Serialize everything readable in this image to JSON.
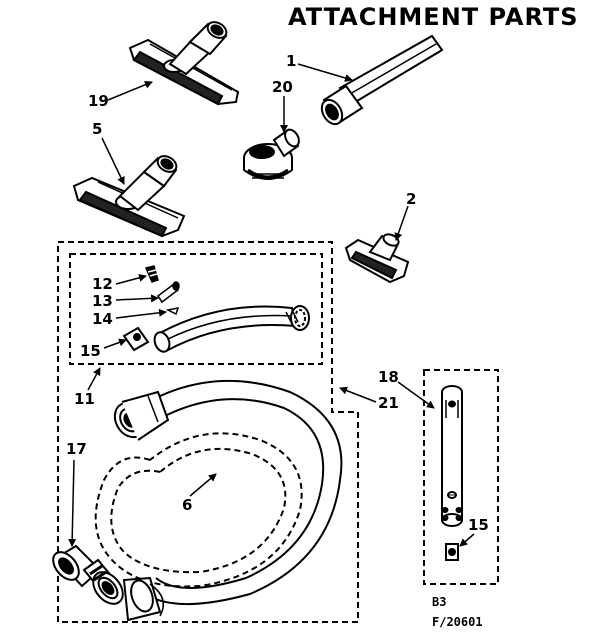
{
  "title": "ATTACHMENT PARTS",
  "callouts": {
    "c1": "1",
    "c2": "2",
    "c5": "5",
    "c6": "6",
    "c11": "11",
    "c12": "12",
    "c13": "13",
    "c14": "14",
    "c15a": "15",
    "c15b": "15",
    "c17": "17",
    "c18": "18",
    "c19": "19",
    "c20": "20",
    "c21": "21"
  },
  "footer": {
    "line1": "B3",
    "line2": "F/20601"
  },
  "colors": {
    "ink": "#000000",
    "paper": "#ffffff"
  }
}
